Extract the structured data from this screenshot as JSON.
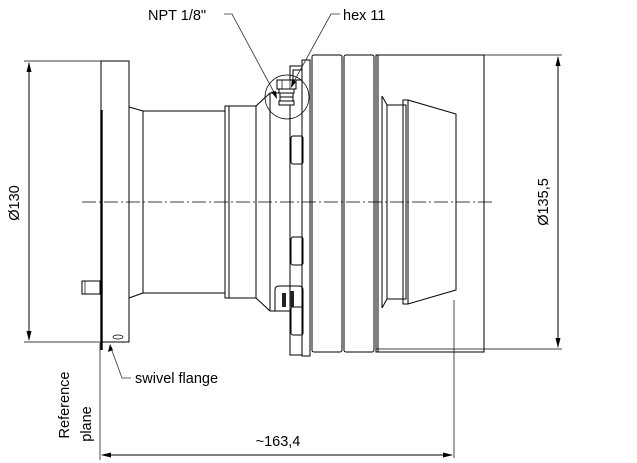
{
  "drawing": {
    "title": "Rotary union side view with dimensions",
    "colors": {
      "line": "#000000",
      "background": "#ffffff",
      "leader": "#333333"
    },
    "callouts": {
      "npt": "NPT 1/8\"",
      "hex": "hex 11",
      "swivel_flange": "swivel flange"
    },
    "dimensions": {
      "left_diameter": "Ø130",
      "right_diameter": "Ø135,5",
      "overall_length": "~163,4"
    },
    "reference_plane": {
      "line1": "Reference",
      "line2": "plane"
    }
  }
}
